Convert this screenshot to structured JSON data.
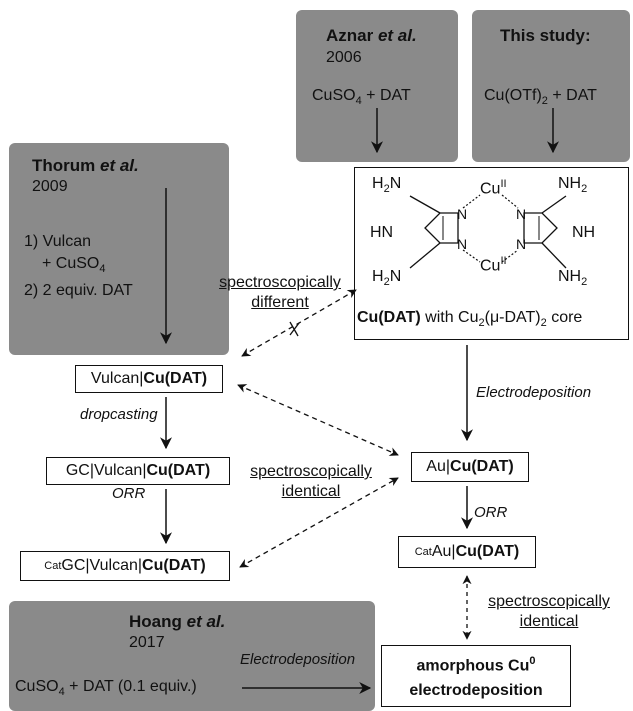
{
  "aznar": {
    "author": "Aznar",
    "etal": "et al.",
    "year": "2006",
    "reagents": [
      "CuSO",
      "4",
      " + DAT"
    ]
  },
  "study": {
    "title": "This study:",
    "reagents": [
      "Cu(OTf)",
      "2",
      " + DAT"
    ]
  },
  "thorum": {
    "author": "Thorum",
    "etal": "et al.",
    "year": "2009",
    "step1": "1) Vulcan",
    "step1b_pre": "+ CuSO",
    "step1b_sub": "4",
    "step2": "2) 2 equiv. DAT"
  },
  "complex": {
    "labels": {
      "h2n_tl": "H",
      "h2n_tl_sub": "2",
      "h2n_tl_n": "N",
      "h2n_bl": "H",
      "h2n_bl_sub": "2",
      "h2n_bl_n": "N",
      "nh2_tr": "NH",
      "nh2_tr_sub": "2",
      "nh2_br": "NH",
      "nh2_br_sub": "2",
      "hn": "HN",
      "nh": "NH",
      "cu": "Cu",
      "cu_sup": "II",
      "n": "N"
    },
    "caption_bold": "Cu(DAT)",
    "caption_rest": " with Cu",
    "caption_sub": "2",
    "caption_tail": "(μ-DAT)",
    "caption_sub2": "2",
    "caption_end": " core"
  },
  "relations": {
    "different": [
      "spectroscopically",
      "different"
    ],
    "identical1": [
      "spectroscopically",
      "identical"
    ],
    "identical2": [
      "spectroscopically",
      "identical"
    ]
  },
  "labels": {
    "electrodeposition1": "Electrodeposition",
    "dropcasting": "dropcasting",
    "orr1": "ORR",
    "orr2": "ORR",
    "electrodeposition2": "Electrodeposition"
  },
  "nodes": {
    "vulcan": {
      "pre": "Vulcan|",
      "bold": "Cu(DAT)"
    },
    "gc": {
      "pre": "GC|Vulcan|",
      "bold": "Cu(DAT)"
    },
    "catgc": {
      "sup": "Cat",
      "pre": "GC|Vulcan|",
      "bold": "Cu(DAT)"
    },
    "au": {
      "pre": "Au|",
      "bold": "Cu(DAT)"
    },
    "catau": {
      "sup": "Cat",
      "pre": "Au|",
      "bold": "Cu(DAT)"
    },
    "amorphous": {
      "line1": "amorphous Cu",
      "sup": "0",
      "line2": "electrodeposition"
    }
  },
  "hoang": {
    "author": "Hoang",
    "etal": "et al.",
    "year": "2017",
    "reagents_pre": "CuSO",
    "reagents_sub": "4",
    "reagents_post": " + DAT (0.1 equiv.)"
  },
  "colors": {
    "panel": "#8a8a8a",
    "line": "#111111"
  }
}
